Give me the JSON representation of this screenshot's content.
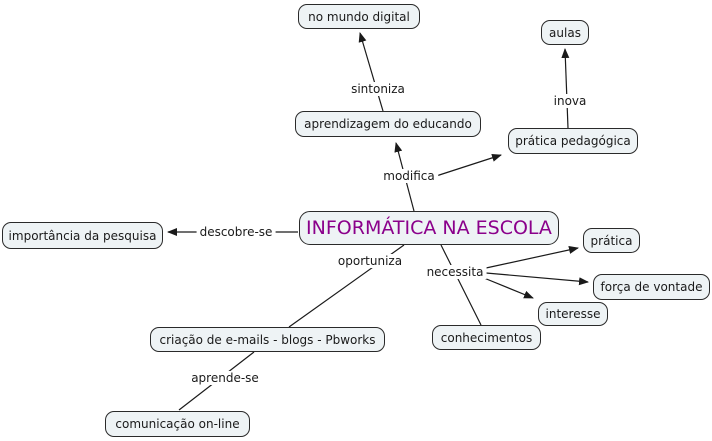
{
  "title": "INFORMÁTICA NA ESCOLA",
  "colors": {
    "node_fill": "#eef3f5",
    "node_border": "#2a2a2a",
    "main_title_text": "#8b008b",
    "line": "#1a1a1a",
    "background": "#ffffff"
  },
  "nodes": {
    "main": {
      "label": "INFORMÁTICA NA ESCOLA"
    },
    "no_mundo_digital": {
      "label": "no mundo digital"
    },
    "aulas": {
      "label": "aulas"
    },
    "aprendizagem_do_educando": {
      "label": "aprendizagem do educando"
    },
    "pratica_pedagogica": {
      "label": "prática pedagógica"
    },
    "importancia_da_pesquisa": {
      "label": "importância da pesquisa"
    },
    "pratica": {
      "label": "prática"
    },
    "forca_de_vontade": {
      "label": "força de vontade"
    },
    "interesse": {
      "label": "interesse"
    },
    "conhecimentos": {
      "label": "conhecimentos"
    },
    "criacao_emails_blogs_pbworks": {
      "label": "criação de e-mails - blogs - Pbworks"
    },
    "comunicacao_online": {
      "label": "comunicação on-line"
    }
  },
  "link_labels": {
    "sintoniza": {
      "label": "sintoniza"
    },
    "inova": {
      "label": "inova"
    },
    "modifica": {
      "label": "modifica"
    },
    "descobre_se": {
      "label": "descobre-se"
    },
    "oportuniza": {
      "label": "oportuniza"
    },
    "necessita": {
      "label": "necessita"
    },
    "aprende_se": {
      "label": "aprende-se"
    }
  }
}
